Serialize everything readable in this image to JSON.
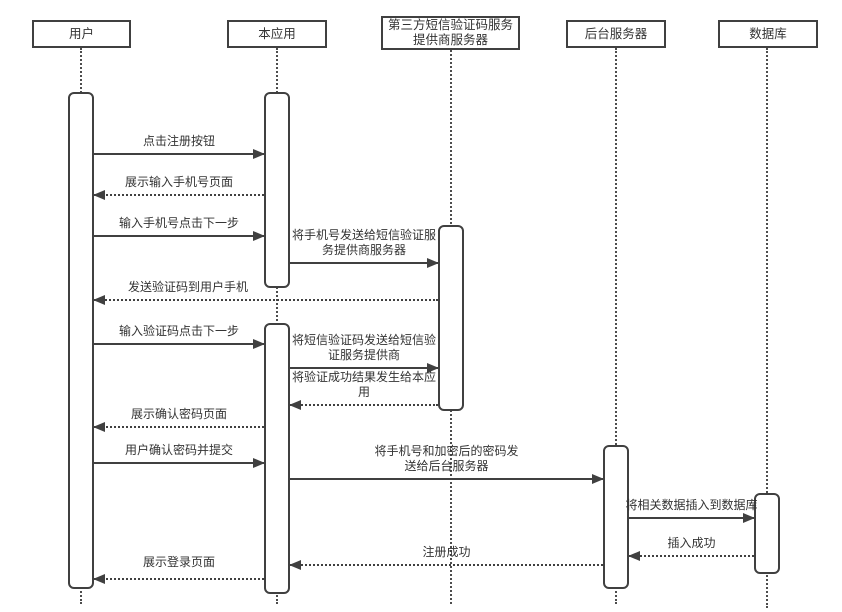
{
  "diagram": {
    "type": "uml-sequence-diagram",
    "colors": {
      "line": "#404040",
      "text": "#333333",
      "background": "#ffffff"
    }
  },
  "participants": [
    {
      "name": "用户"
    },
    {
      "name": "本应用"
    },
    {
      "name": "第三方短信验证码服务\n提供商服务器"
    },
    {
      "name": "后台服务器"
    },
    {
      "name": "数据库"
    }
  ],
  "messages": [
    {
      "label": "点击注册按钮",
      "from": "用户",
      "to": "本应用",
      "style": "solid"
    },
    {
      "label": "展示输入手机号页面",
      "from": "本应用",
      "to": "用户",
      "style": "dashed"
    },
    {
      "label": "输入手机号点击下一步",
      "from": "用户",
      "to": "本应用",
      "style": "solid"
    },
    {
      "label": "将手机号发送给短信验证服\n务提供商服务器",
      "from": "本应用",
      "to": "第三方短信验证码服务提供商服务器",
      "style": "solid"
    },
    {
      "label": "发送验证码到用户手机",
      "from": "第三方短信验证码服务提供商服务器",
      "to": "用户",
      "style": "dashed"
    },
    {
      "label": "输入验证码点击下一步",
      "from": "用户",
      "to": "本应用",
      "style": "solid"
    },
    {
      "label": "将短信验证码发送给短信验\n证服务提供商",
      "from": "本应用",
      "to": "第三方短信验证码服务提供商服务器",
      "style": "solid"
    },
    {
      "label": "将验证成功结果发生给本应\n用",
      "from": "第三方短信验证码服务提供商服务器",
      "to": "本应用",
      "style": "dashed"
    },
    {
      "label": "展示确认密码页面",
      "from": "本应用",
      "to": "用户",
      "style": "dashed"
    },
    {
      "label": "用户确认密码并提交",
      "from": "用户",
      "to": "本应用",
      "style": "solid"
    },
    {
      "label": "将手机号和加密后的密码发\n送给后台服务器",
      "from": "本应用",
      "to": "后台服务器",
      "style": "solid"
    },
    {
      "label": "将相关数据插入到数据库",
      "from": "后台服务器",
      "to": "数据库",
      "style": "solid"
    },
    {
      "label": "插入成功",
      "from": "数据库",
      "to": "后台服务器",
      "style": "dashed"
    },
    {
      "label": "注册成功",
      "from": "后台服务器",
      "to": "本应用",
      "style": "dashed"
    },
    {
      "label": "展示登录页面",
      "from": "本应用",
      "to": "用户",
      "style": "dashed"
    }
  ]
}
